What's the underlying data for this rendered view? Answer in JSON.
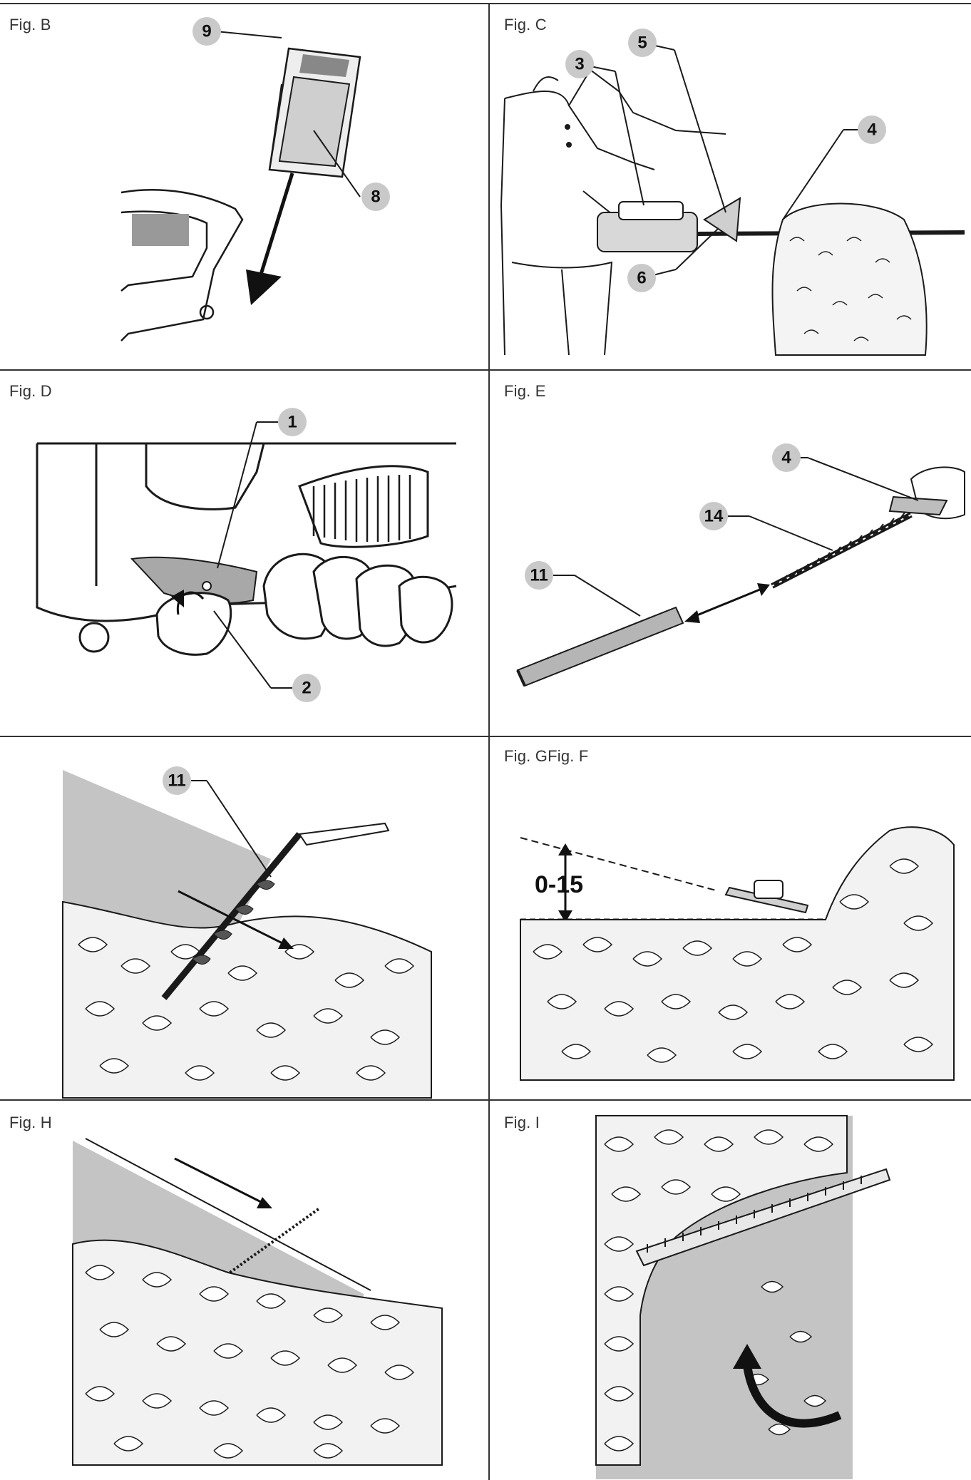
{
  "panels": {
    "b": {
      "caption": "Fig. B",
      "labels": [
        "9",
        "8"
      ]
    },
    "c": {
      "caption": "Fig. C",
      "labels": [
        "3",
        "5",
        "4",
        "6"
      ]
    },
    "d": {
      "caption": "Fig. D",
      "labels": [
        "1",
        "2"
      ]
    },
    "e": {
      "caption": "Fig. E",
      "labels": [
        "4",
        "14",
        "11"
      ]
    },
    "f": {
      "caption": "",
      "labels": [
        "11"
      ]
    },
    "g": {
      "caption": "Fig. GFig. F",
      "angle_label": "0-15"
    },
    "h": {
      "caption": "Fig. H"
    },
    "i": {
      "caption": "Fig. I"
    }
  },
  "colors": {
    "line": "#1a1a1a",
    "callout_fill": "#c9c9c9",
    "shade": "#c4c4c4",
    "leaf": "#f2f2f2"
  }
}
